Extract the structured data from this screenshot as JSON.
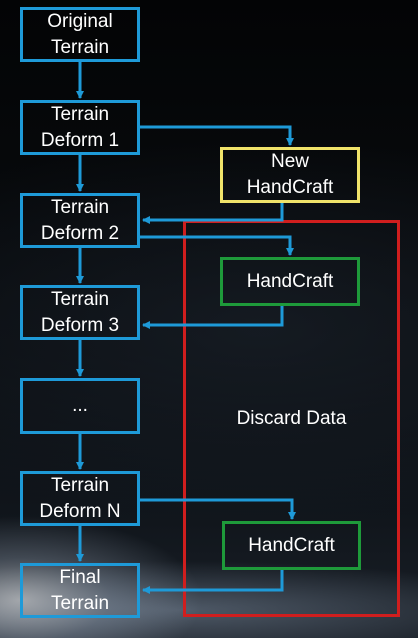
{
  "diagram": {
    "nodes": {
      "original_terrain": "Original\nTerrain",
      "terrain_deform_1": "Terrain\nDeform 1",
      "terrain_deform_2": "Terrain\nDeform 2",
      "terrain_deform_3": "Terrain\nDeform 3",
      "ellipsis": "...",
      "terrain_deform_n": "Terrain\nDeform N",
      "final_terrain": "Final\nTerrain",
      "new_handcraft": "New\nHandCraft",
      "handcraft_2": "HandCraft",
      "handcraft_n": "HandCraft"
    },
    "region_label": "Discard Data",
    "colors": {
      "flow_blue": "#1e9ad8",
      "new_handcraft_yellow": "#f0e36a",
      "handcraft_green": "#1e9a3a",
      "discard_red": "#d01e1e",
      "text": "#ffffff"
    }
  }
}
